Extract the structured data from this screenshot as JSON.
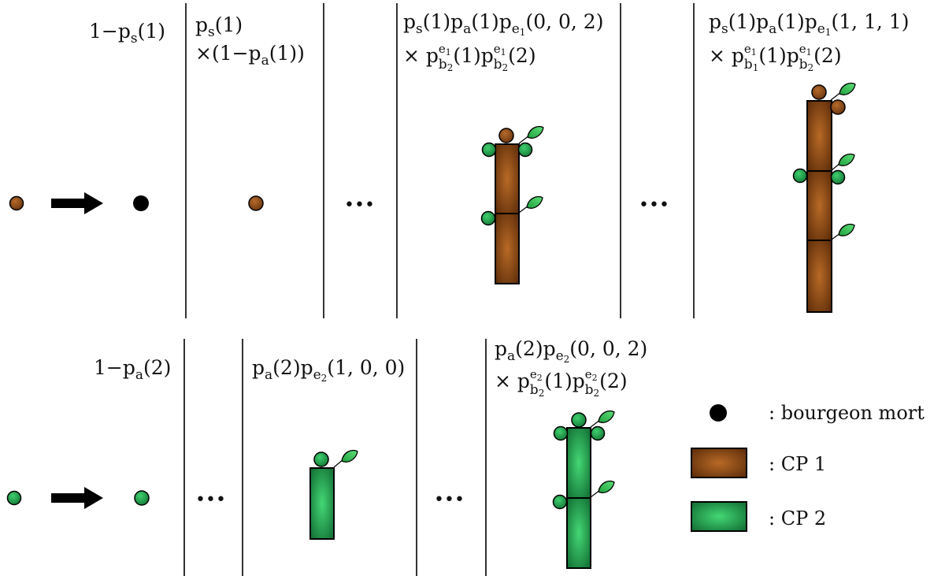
{
  "colors": {
    "cp1_dark": "#5a2a08",
    "cp1_light": "#b0621f",
    "cp2_dark": "#0f6a30",
    "cp2_light": "#3fcf6e",
    "bud_dead": "#000000",
    "bud_cp1": "#8b4513",
    "bud_cp2": "#1f9a4a",
    "leaf": "#33c24f",
    "line": "#000000"
  },
  "top_row": {
    "labels": {
      "c1": "1−p",
      "c1_sub": "s",
      "c1_arg": "(1)",
      "c2_l1": "p",
      "c2_l1_sub": "s",
      "c2_l1_arg": "(1)",
      "c2_l2_a": "×(1−p",
      "c2_l2_sub": "a",
      "c2_l2_b": "(1))",
      "c3_l1_a": "p",
      "c3_l1_s1": "s",
      "c3_l1_b": "(1)p",
      "c3_l1_s2": "a",
      "c3_l1_c": "(1)p",
      "c3_l1_s3": "e",
      "c3_l1_s3b": "1",
      "c3_l1_d": "(0, 0, 2)",
      "c3_l2_a": "× p",
      "c3_l2_sup1": "e",
      "c3_l2_sup1b": "1",
      "c3_l2_sub1": "b",
      "c3_l2_sub1b": "2",
      "c3_l2_b": "(1)p",
      "c3_l2_sup2": "e",
      "c3_l2_sup2b": "1",
      "c3_l2_sub2": "b",
      "c3_l2_sub2b": "2",
      "c3_l2_c": "(2)",
      "c4_l1_a": "p",
      "c4_l1_s1": "s",
      "c4_l1_b": "(1)p",
      "c4_l1_s2": "a",
      "c4_l1_c": "(1)p",
      "c4_l1_s3": "e",
      "c4_l1_s3b": "1",
      "c4_l1_d": "(1, 1, 1)",
      "c4_l2_a": "× p",
      "c4_l2_sup1": "e",
      "c4_l2_sup1b": "1",
      "c4_l2_sub1": "b",
      "c4_l2_sub1b": "1",
      "c4_l2_b": "(1)p",
      "c4_l2_sup2": "e",
      "c4_l2_sup2b": "1",
      "c4_l2_sub2": "b",
      "c4_l2_sub2b": "2",
      "c4_l2_c": "(2)"
    },
    "ellipsis_1": "•••",
    "ellipsis_2": "•••"
  },
  "bottom_row": {
    "labels": {
      "c1": "1−p",
      "c1_sub": "a",
      "c1_arg": "(2)",
      "c2_a": "p",
      "c2_s1": "a",
      "c2_b": "(2)p",
      "c2_s2": "e",
      "c2_s2b": "2",
      "c2_c": "(1, 0, 0)",
      "c3_l1_a": "p",
      "c3_l1_s1": "a",
      "c3_l1_b": "(2)p",
      "c3_l1_s2": "e",
      "c3_l1_s2b": "2",
      "c3_l1_c": "(0, 0, 2)",
      "c3_l2_a": "× p",
      "c3_l2_sup1": "e",
      "c3_l2_sup1b": "2",
      "c3_l2_sub1": "b",
      "c3_l2_sub1b": "2",
      "c3_l2_b": "(1)p",
      "c3_l2_sup2": "e",
      "c3_l2_sup2b": "2",
      "c3_l2_sub2": "b",
      "c3_l2_sub2b": "2",
      "c3_l2_c": "(2)"
    },
    "ellipsis_1": "•••",
    "ellipsis_2": "•••"
  },
  "legend": {
    "dead_bud": ": bourgeon mort",
    "cp1": ": CP 1",
    "cp2": ": CP 2"
  }
}
